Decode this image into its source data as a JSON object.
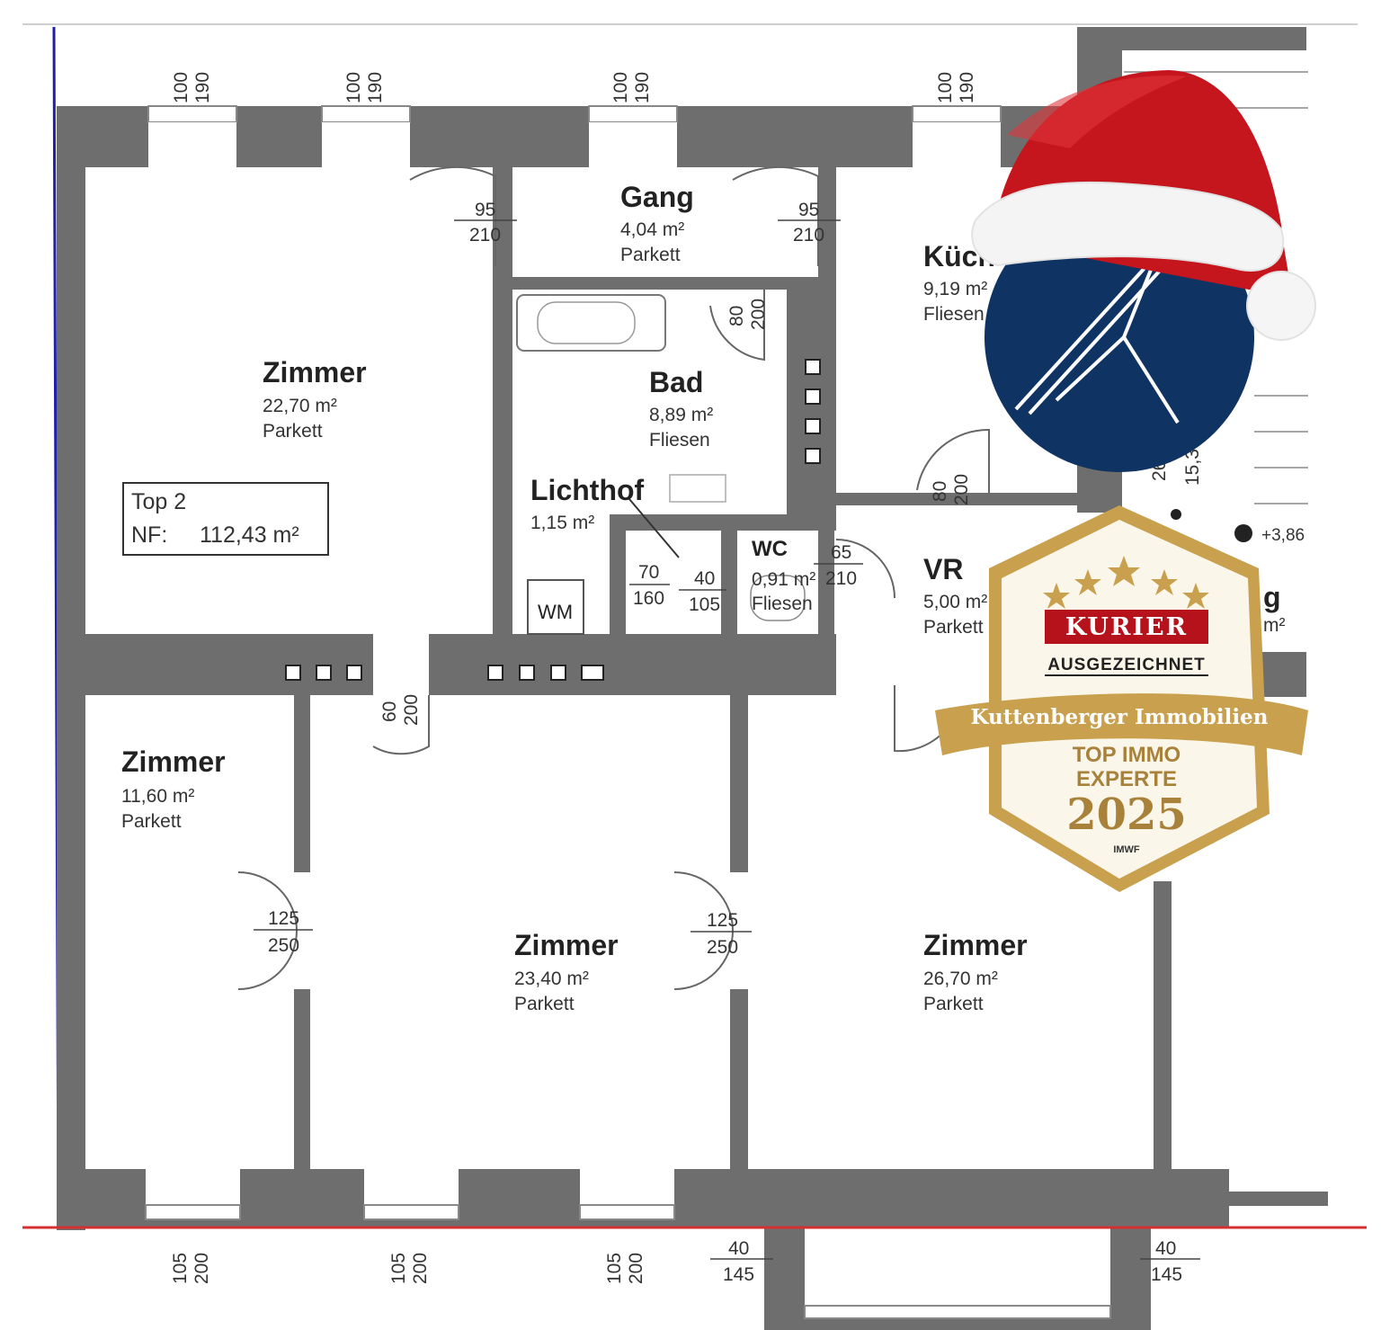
{
  "rooms": {
    "zimmer_nw": {
      "name": "Zimmer",
      "area": "22,70 m²",
      "floor": "Parkett"
    },
    "gang": {
      "name": "Gang",
      "area": "4,04 m²",
      "floor": "Parkett"
    },
    "kueche": {
      "name": "Küch",
      "area": "9,19 m²",
      "floor": "Fliesen"
    },
    "bad": {
      "name": "Bad",
      "area": "8,89 m²",
      "floor": "Fliesen"
    },
    "lichthof": {
      "name": "Lichthof",
      "area": "1,15 m²"
    },
    "wc": {
      "name": "WC",
      "area": "0,91 m²",
      "floor": "Fliesen"
    },
    "vr": {
      "name": "VR",
      "area": "5,00 m²",
      "floor": "Parkett"
    },
    "zimmer_w": {
      "name": "Zimmer",
      "area": "11,60 m²",
      "floor": "Parkett"
    },
    "zimmer_c": {
      "name": "Zimmer",
      "area": "23,40 m²",
      "floor": "Parkett"
    },
    "zimmer_e": {
      "name": "Zimmer",
      "area": "26,70 m²",
      "floor": "Parkett"
    }
  },
  "wm_label": "WM",
  "top_box": {
    "line1": "Top 2",
    "nf_label": "NF:",
    "nf_value": "112,43 m²"
  },
  "dims": {
    "win_top_top": "100",
    "win_top_bot": "190",
    "door_95_top": "95",
    "door_95_bot": "210",
    "door_80_top": "80",
    "door_80_bot": "200",
    "door_60_top": "60",
    "door_60_bot": "200",
    "door_70_top": "70",
    "door_70_bot": "160",
    "door_40_top": "40",
    "door_40_bot": "105",
    "door_65_top": "65",
    "door_65_bot": "210",
    "door_125_top": "125",
    "door_125_bot": "250",
    "win_bot_top": "105",
    "win_bot_bot": "200",
    "bay_top": "40",
    "bay_bot": "145",
    "stair_a": "26",
    "stair_b": "15,3",
    "level": "+3,86",
    "frag_g": "g",
    "frag_m": "m²"
  },
  "badge": {
    "brand": "KURIER",
    "sub": "AUSGEZEICHNET",
    "ribbon": "Kuttenberger Immobilien",
    "line1": "TOP IMMO",
    "line2": "EXPERTE",
    "year": "2025",
    "org": "IMWF"
  },
  "colors": {
    "wall": "#6e6e6e",
    "axis_blue": "#1f1fa8",
    "axis_red": "#d43030",
    "logo_blue": "#0f3463",
    "hat_red": "#c4161c",
    "kurier_red": "#b5121b",
    "gold": "#c9a04d"
  }
}
